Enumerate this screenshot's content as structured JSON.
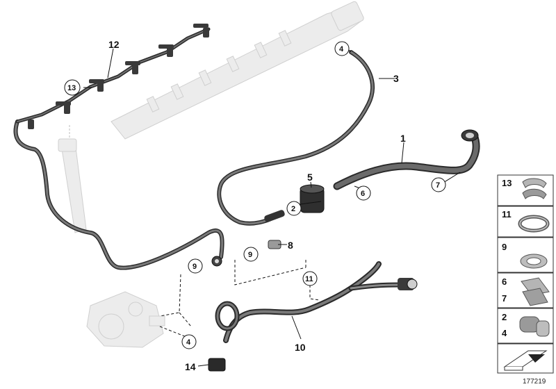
{
  "callouts": {
    "c1": "1",
    "c2": "2",
    "c3": "3",
    "c4a": "4",
    "c4b": "4",
    "c5": "5",
    "c6": "6",
    "c7": "7",
    "c9a": "9",
    "c9b": "9",
    "c10": "10",
    "c11": "11",
    "c12": "12",
    "c13": "13",
    "c14": "14"
  },
  "legend_panel": {
    "p13": "13",
    "p11": "11",
    "p9": "9",
    "p6": "6",
    "p7": "7",
    "p2": "2",
    "p4": "4"
  },
  "reference_number": "177219",
  "colors": {
    "hose_dark": "#2a2a2a",
    "hose_mid": "#7a7a7a",
    "ghost_part": "#ececec",
    "panel_border": "#333333"
  }
}
